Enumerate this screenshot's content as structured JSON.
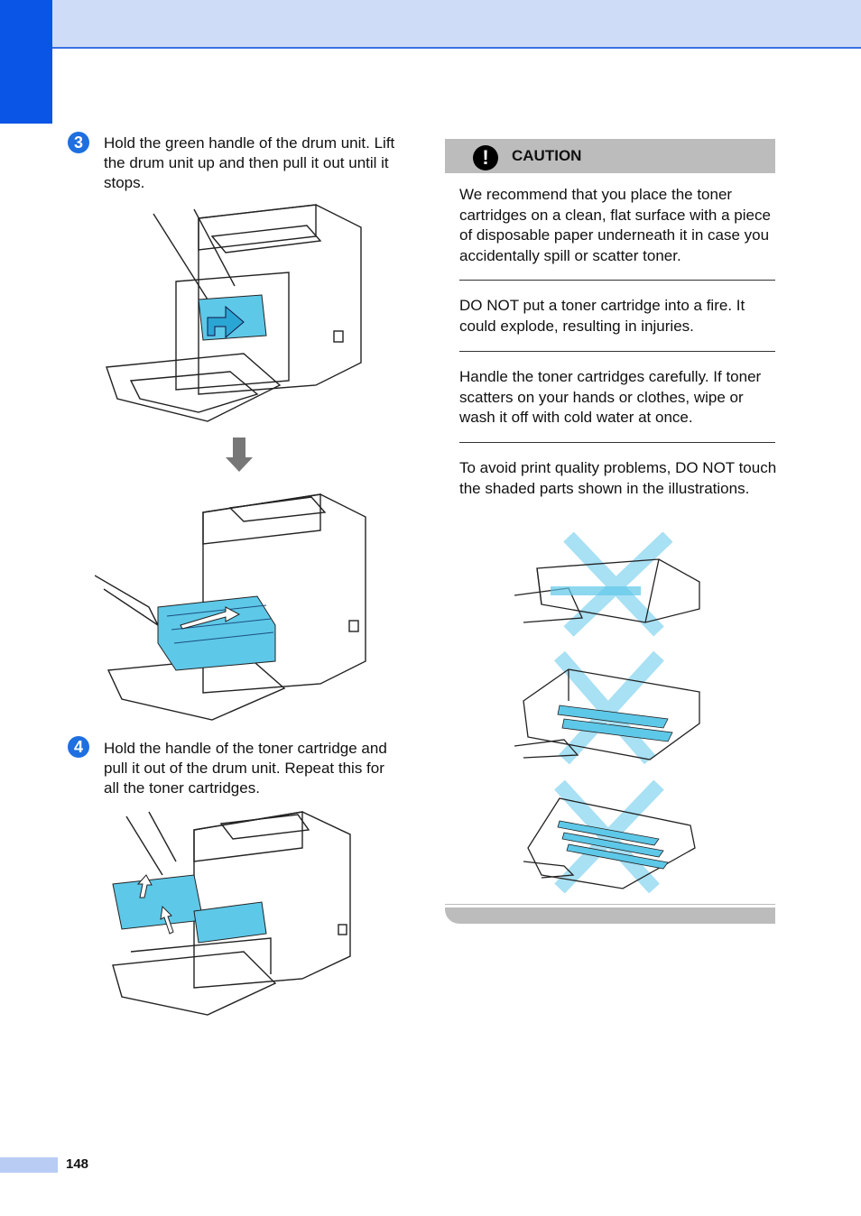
{
  "steps": [
    {
      "number": "3",
      "text": "Hold the green handle of the drum unit. Lift the drum unit up and then pull it out until it stops."
    },
    {
      "number": "4",
      "text": "Hold the handle of the toner cartridge and pull it out of the drum unit. Repeat this for all the toner cartridges."
    }
  ],
  "caution": {
    "title": "CAUTION",
    "icon": "exclamation-icon",
    "paragraphs": [
      "We recommend that you place the toner cartridges on a clean, flat surface with a piece of disposable paper underneath it in case you accidentally spill or scatter toner.",
      "DO NOT put a toner cartridge into a fire. It could explode, resulting in injuries.",
      "Handle the toner cartridges carefully. If toner scatters on your hands or clothes, wipe or wash it off with cold water at once.",
      "To avoid print quality problems, DO NOT touch the shaded parts shown in the illustrations."
    ]
  },
  "footer": {
    "page_number": "148"
  },
  "colors": {
    "accent": "#0a55e6",
    "header_band": "#cfdcf7",
    "highlight": "#5ec8e8",
    "caution_gray": "#bcbcbc"
  }
}
